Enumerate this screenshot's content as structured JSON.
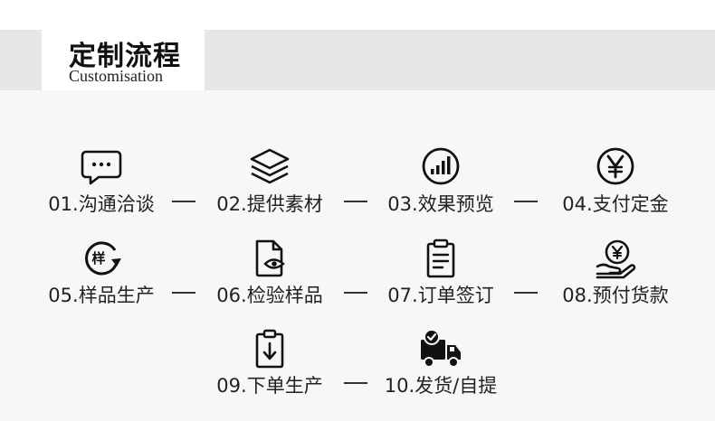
{
  "header": {
    "title": "定制流程",
    "subtitle": "Customisation"
  },
  "steps": [
    {
      "num": "01.",
      "label": "沟通洽谈",
      "icon": "chat-bubble-icon"
    },
    {
      "num": "02.",
      "label": "提供素材",
      "icon": "layers-icon"
    },
    {
      "num": "03.",
      "label": "效果预览",
      "icon": "signal-chart-icon"
    },
    {
      "num": "04.",
      "label": "支付定金",
      "icon": "yen-coin-icon"
    },
    {
      "num": "05.",
      "label": "样品生产",
      "icon": "sample-refresh-icon",
      "badge": "样"
    },
    {
      "num": "06.",
      "label": "检验样品",
      "icon": "document-eye-icon"
    },
    {
      "num": "07.",
      "label": "订单签订",
      "icon": "clipboard-icon"
    },
    {
      "num": "08.",
      "label": "预付货款",
      "icon": "yen-hand-icon"
    },
    {
      "num": "09.",
      "label": "下单生产",
      "icon": "clipboard-download-icon"
    },
    {
      "num": "10.",
      "label": "发货/自提",
      "icon": "delivery-truck-icon"
    }
  ]
}
